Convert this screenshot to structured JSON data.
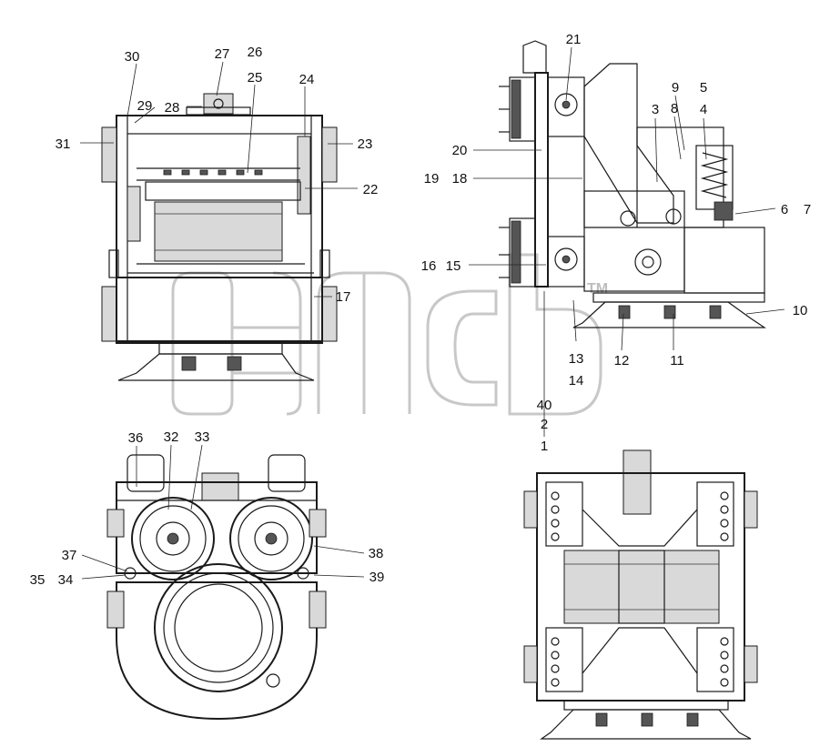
{
  "watermark": {
    "tm_label": "TM"
  },
  "callouts": [
    {
      "id": "c1",
      "text": "1"
    },
    {
      "id": "c2",
      "text": "2"
    },
    {
      "id": "c3",
      "text": "3"
    },
    {
      "id": "c4",
      "text": "4"
    },
    {
      "id": "c5",
      "text": "5"
    },
    {
      "id": "c6",
      "text": "6"
    },
    {
      "id": "c7",
      "text": "7"
    },
    {
      "id": "c8",
      "text": "8"
    },
    {
      "id": "c9",
      "text": "9"
    },
    {
      "id": "c10",
      "text": "10"
    },
    {
      "id": "c11",
      "text": "11"
    },
    {
      "id": "c12",
      "text": "12"
    },
    {
      "id": "c13",
      "text": "13"
    },
    {
      "id": "c14",
      "text": "14"
    },
    {
      "id": "c15",
      "text": "15"
    },
    {
      "id": "c16",
      "text": "16"
    },
    {
      "id": "c17",
      "text": "17"
    },
    {
      "id": "c18",
      "text": "18"
    },
    {
      "id": "c19",
      "text": "19"
    },
    {
      "id": "c20",
      "text": "20"
    },
    {
      "id": "c21",
      "text": "21"
    },
    {
      "id": "c22",
      "text": "22"
    },
    {
      "id": "c23",
      "text": "23"
    },
    {
      "id": "c24",
      "text": "24"
    },
    {
      "id": "c25",
      "text": "25"
    },
    {
      "id": "c26",
      "text": "26"
    },
    {
      "id": "c27",
      "text": "27"
    },
    {
      "id": "c28",
      "text": "28"
    },
    {
      "id": "c29",
      "text": "29"
    },
    {
      "id": "c30",
      "text": "30"
    },
    {
      "id": "c31",
      "text": "31"
    },
    {
      "id": "c32",
      "text": "32"
    },
    {
      "id": "c33",
      "text": "33"
    },
    {
      "id": "c34",
      "text": "34"
    },
    {
      "id": "c35",
      "text": "35"
    },
    {
      "id": "c36",
      "text": "36"
    },
    {
      "id": "c37",
      "text": "37"
    },
    {
      "id": "c38",
      "text": "38"
    },
    {
      "id": "c39",
      "text": "39"
    },
    {
      "id": "c40",
      "text": "40"
    }
  ]
}
